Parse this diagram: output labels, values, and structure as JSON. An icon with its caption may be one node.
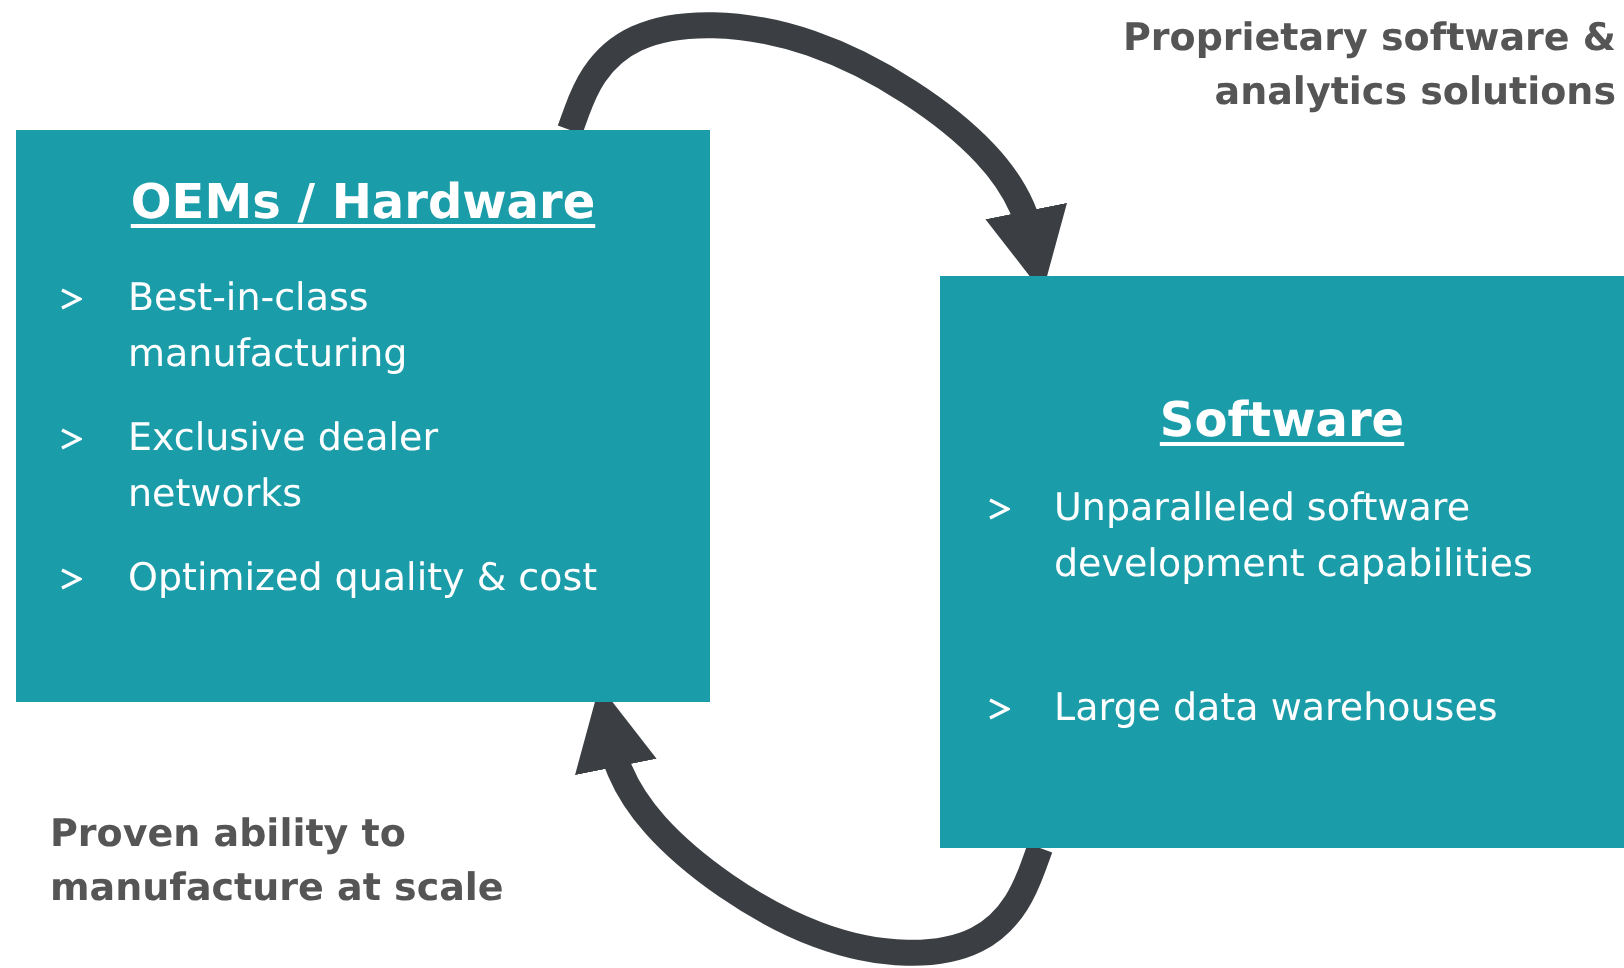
{
  "diagram": {
    "nodes": [
      {
        "text": [
          "OEMs / Hardware",
          "Best-in-class manufacturing",
          "Exclusive dealer networks",
          "Optimized quality & cost"
        ]
      },
      {
        "text": [
          "Software",
          "Unparalleled software development capabilities",
          "Large data warehouses"
        ]
      }
    ],
    "edges": [
      {
        "from": 0,
        "to": 1,
        "arrow": "to",
        "label": "Proprietary software & analytics solutions"
      },
      {
        "from": 1,
        "to": 0,
        "arrow": "to",
        "label": "Proven ability to manufacture at scale"
      }
    ]
  }
}
